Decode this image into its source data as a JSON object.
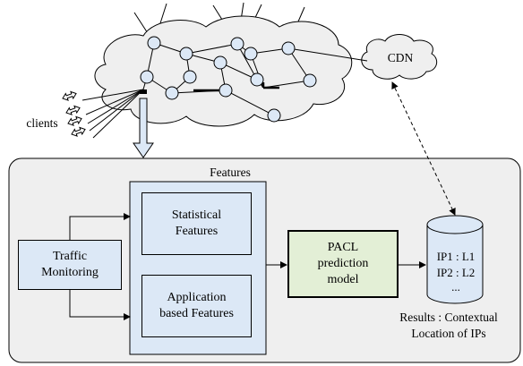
{
  "colors": {
    "box_fill": "#dce8f6",
    "model_fill": "#e3efd6",
    "panel_fill": "#efefef",
    "stroke": "#000000"
  },
  "labels": {
    "cdn": "CDN",
    "clients": "clients",
    "features_title": "Features",
    "statistical": [
      "Statistical",
      "Features"
    ],
    "application": [
      "Application",
      "based Features"
    ],
    "traffic": [
      "Traffic",
      "Monitoring"
    ],
    "model": [
      "PACL",
      "prediction",
      "model"
    ],
    "database_rows": [
      "IP1 : L1",
      "IP2 : L2",
      "..."
    ],
    "results": [
      "Results : Contextual",
      "Location of IPs"
    ]
  }
}
